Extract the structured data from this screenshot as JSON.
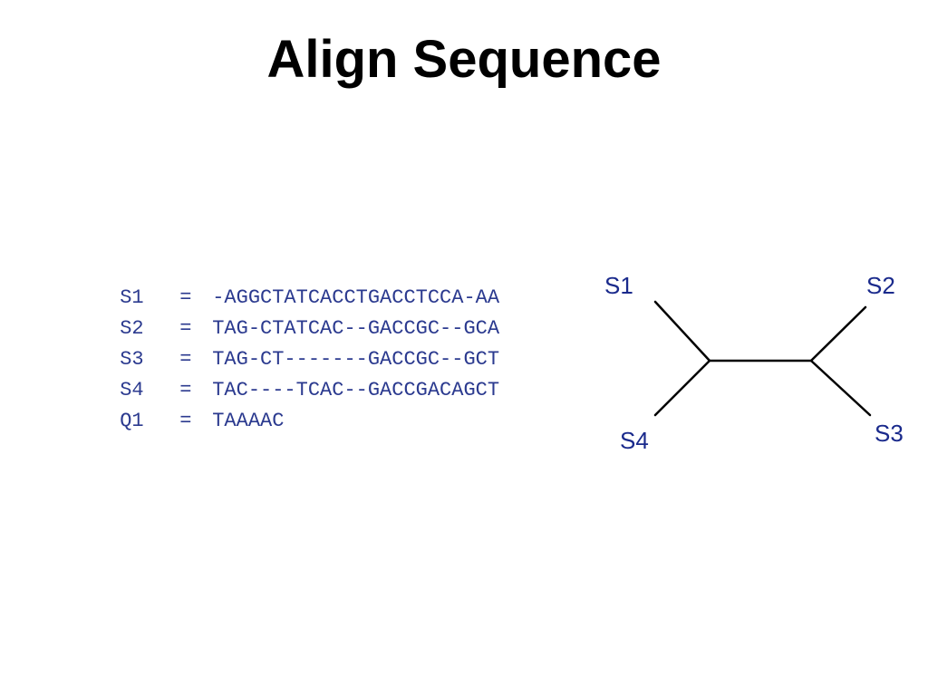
{
  "slide": {
    "title": "Align Sequence"
  },
  "alignment": {
    "rows": [
      {
        "name": "S1",
        "eq": "=",
        "sequence": "-AGGCTATCACCTGACCTCCA-AA"
      },
      {
        "name": "S2",
        "eq": "=",
        "sequence": "TAG-CTATCAC--GACCGC--GCA"
      },
      {
        "name": "S3",
        "eq": "=",
        "sequence": "TAG-CT-------GACCGC--GCT"
      },
      {
        "name": "S4",
        "eq": "=",
        "sequence": "TAC----TCAC--GACCGACAGCT"
      },
      {
        "name": "Q1",
        "eq": "=",
        "sequence": "TAAAAC"
      }
    ]
  },
  "tree": {
    "leaves": {
      "s1": "S1",
      "s2": "S2",
      "s3": "S3",
      "s4": "S4"
    }
  },
  "colors": {
    "sequence_text": "#2b3a8f",
    "leaf_label": "#1a2a8c",
    "branch": "#000000"
  }
}
